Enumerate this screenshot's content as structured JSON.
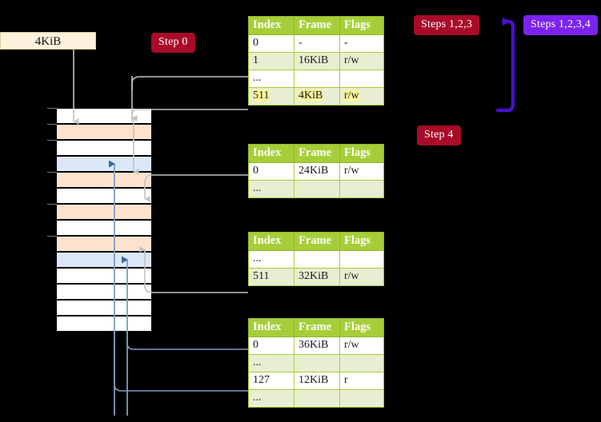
{
  "diagram": {
    "title_badges": {
      "step0": "Step 0",
      "step4": "Step 4",
      "steps123": "Steps 1,2,3",
      "steps1234": "Steps 1,2,3,4"
    },
    "page_box": {
      "label": "4KiB"
    },
    "colors": {
      "badge_red": "#a80b28",
      "badge_blue": "#7b22f0",
      "table_header": "#a6ce39",
      "table_alt_row": "#e8eed2",
      "highlight": "#fbf59b",
      "mem_orange": "#fde3cd",
      "mem_blue": "#dbe8f7",
      "page_box_fill": "#fdf3dc",
      "wire_gray": "#b9b9b9",
      "wire_blue": "#9fb9d8",
      "bracket": "#4611c8"
    },
    "memory_column": {
      "rows": [
        {
          "index": 0,
          "fill": "c-white",
          "tick": true
        },
        {
          "index": 1,
          "fill": "c-orange",
          "tick": true
        },
        {
          "index": 2,
          "fill": "c-white",
          "tick": true
        },
        {
          "index": 3,
          "fill": "c-blue",
          "tick": false
        },
        {
          "index": 4,
          "fill": "c-orange",
          "tick": true
        },
        {
          "index": 5,
          "fill": "c-white",
          "tick": false
        },
        {
          "index": 6,
          "fill": "c-orange",
          "tick": true
        },
        {
          "index": 7,
          "fill": "c-white",
          "tick": false
        },
        {
          "index": 8,
          "fill": "c-orange",
          "tick": true
        },
        {
          "index": 9,
          "fill": "c-blue",
          "tick": false
        },
        {
          "index": 10,
          "fill": "c-white",
          "tick": false
        },
        {
          "index": 11,
          "fill": "c-white",
          "tick": false
        },
        {
          "index": 12,
          "fill": "c-white",
          "tick": false
        },
        {
          "index": 13,
          "fill": "c-white",
          "tick": false
        }
      ]
    },
    "tables": [
      {
        "id": "pml4",
        "headers": [
          "Index",
          "Frame",
          "Flags"
        ],
        "rows": [
          {
            "cells": [
              "0",
              "-",
              "-"
            ],
            "style": "row-plain",
            "highlight": false
          },
          {
            "cells": [
              "1",
              "16KiB",
              "r/w"
            ],
            "style": "row-alt",
            "highlight": false
          },
          {
            "cells": [
              "...",
              "",
              ""
            ],
            "style": "row-plain",
            "highlight": false
          },
          {
            "cells": [
              "511",
              "4KiB",
              "r/w"
            ],
            "style": "row-alt",
            "highlight": true
          }
        ]
      },
      {
        "id": "pdp",
        "headers": [
          "Index",
          "Frame",
          "Flags"
        ],
        "rows": [
          {
            "cells": [
              "0",
              "24KiB",
              "r/w"
            ],
            "style": "row-plain",
            "highlight": false
          },
          {
            "cells": [
              "...",
              "",
              ""
            ],
            "style": "row-alt",
            "highlight": false
          }
        ]
      },
      {
        "id": "pd",
        "headers": [
          "Index",
          "Frame",
          "Flags"
        ],
        "rows": [
          {
            "cells": [
              "...",
              "",
              ""
            ],
            "style": "row-plain",
            "highlight": false
          },
          {
            "cells": [
              "511",
              "32KiB",
              "r/w"
            ],
            "style": "row-alt",
            "highlight": false
          }
        ]
      },
      {
        "id": "pt",
        "headers": [
          "Index",
          "Frame",
          "Flags"
        ],
        "rows": [
          {
            "cells": [
              "0",
              "36KiB",
              "r/w"
            ],
            "style": "row-plain",
            "highlight": false
          },
          {
            "cells": [
              "...",
              "",
              ""
            ],
            "style": "row-alt",
            "highlight": false
          },
          {
            "cells": [
              "127",
              "12KiB",
              "r"
            ],
            "style": "row-plain",
            "highlight": false
          },
          {
            "cells": [
              "...",
              "",
              ""
            ],
            "style": "row-alt",
            "highlight": false
          }
        ]
      }
    ]
  }
}
